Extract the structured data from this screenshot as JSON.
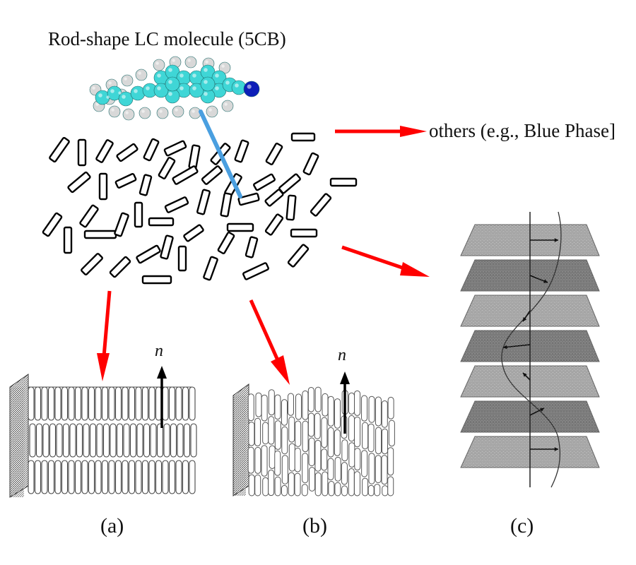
{
  "title": "Rod-shape LC molecule (5CB)",
  "others_label": "others (e.g., Blue Phase]",
  "phases": [
    {
      "caption": "(a)",
      "director_label": "n"
    },
    {
      "caption": "(b)",
      "director_label": "n"
    },
    {
      "caption": "(c)"
    }
  ],
  "colors": {
    "arrow": "#ff0000",
    "pointer": "#4a9fe0",
    "atom_carbon": "#3fd6d6",
    "atom_hydrogen": "#d8d8d8",
    "atom_nitrogen": "#0d1fb8"
  }
}
